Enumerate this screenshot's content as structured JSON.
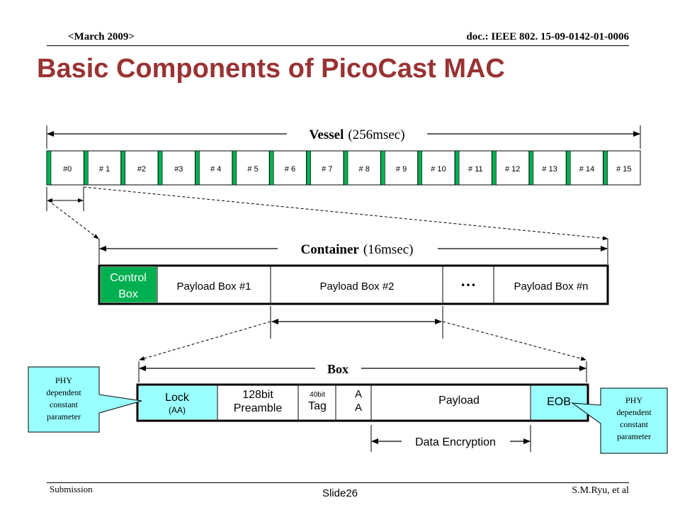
{
  "header": {
    "date": "<March 2009>",
    "doc": "doc.: IEEE 802. 15-09-0142-01-0006"
  },
  "title": "Basic Components of PicoCast MAC",
  "vessel": {
    "label_bold": "Vessel",
    "label_rest": "(256msec)",
    "slots": [
      "#0",
      "# 1",
      "#2",
      "#3",
      "# 4",
      "# 5",
      "# 6",
      "# 7",
      "# 8",
      "# 9",
      "# 10",
      "# 11",
      "# 12",
      "# 13",
      "# 14",
      "# 15"
    ]
  },
  "container": {
    "label_bold": "Container",
    "label_rest": "(16msec)",
    "control_box_line1": "Control",
    "control_box_line2": "Box",
    "payload1": "Payload Box #1",
    "payload2": "Payload Box #2",
    "ellipsis": "…",
    "payloadn": "Payload Box #n"
  },
  "box": {
    "label": "Box",
    "lock": "Lock",
    "lock_sub": "(AA)",
    "preamble_line1": "128bit",
    "preamble_line2": "Preamble",
    "tag_line1": "40bit",
    "tag_line2": "Tag",
    "aa_line1": "A",
    "aa_line2": "A",
    "payload": "Payload",
    "eob": "EOB",
    "encryption": "Data Encryption"
  },
  "callouts": {
    "left": [
      "PHY",
      "dependent",
      "constant",
      "parameter"
    ],
    "right": [
      "PHY",
      "dependent",
      "constant",
      "parameter"
    ]
  },
  "colors": {
    "green": "#00b050",
    "cyan": "#99ffff",
    "title": "#993333"
  },
  "footer": {
    "left": "Submission",
    "center": "Slide26",
    "right": "S.M.Ryu, et al"
  }
}
